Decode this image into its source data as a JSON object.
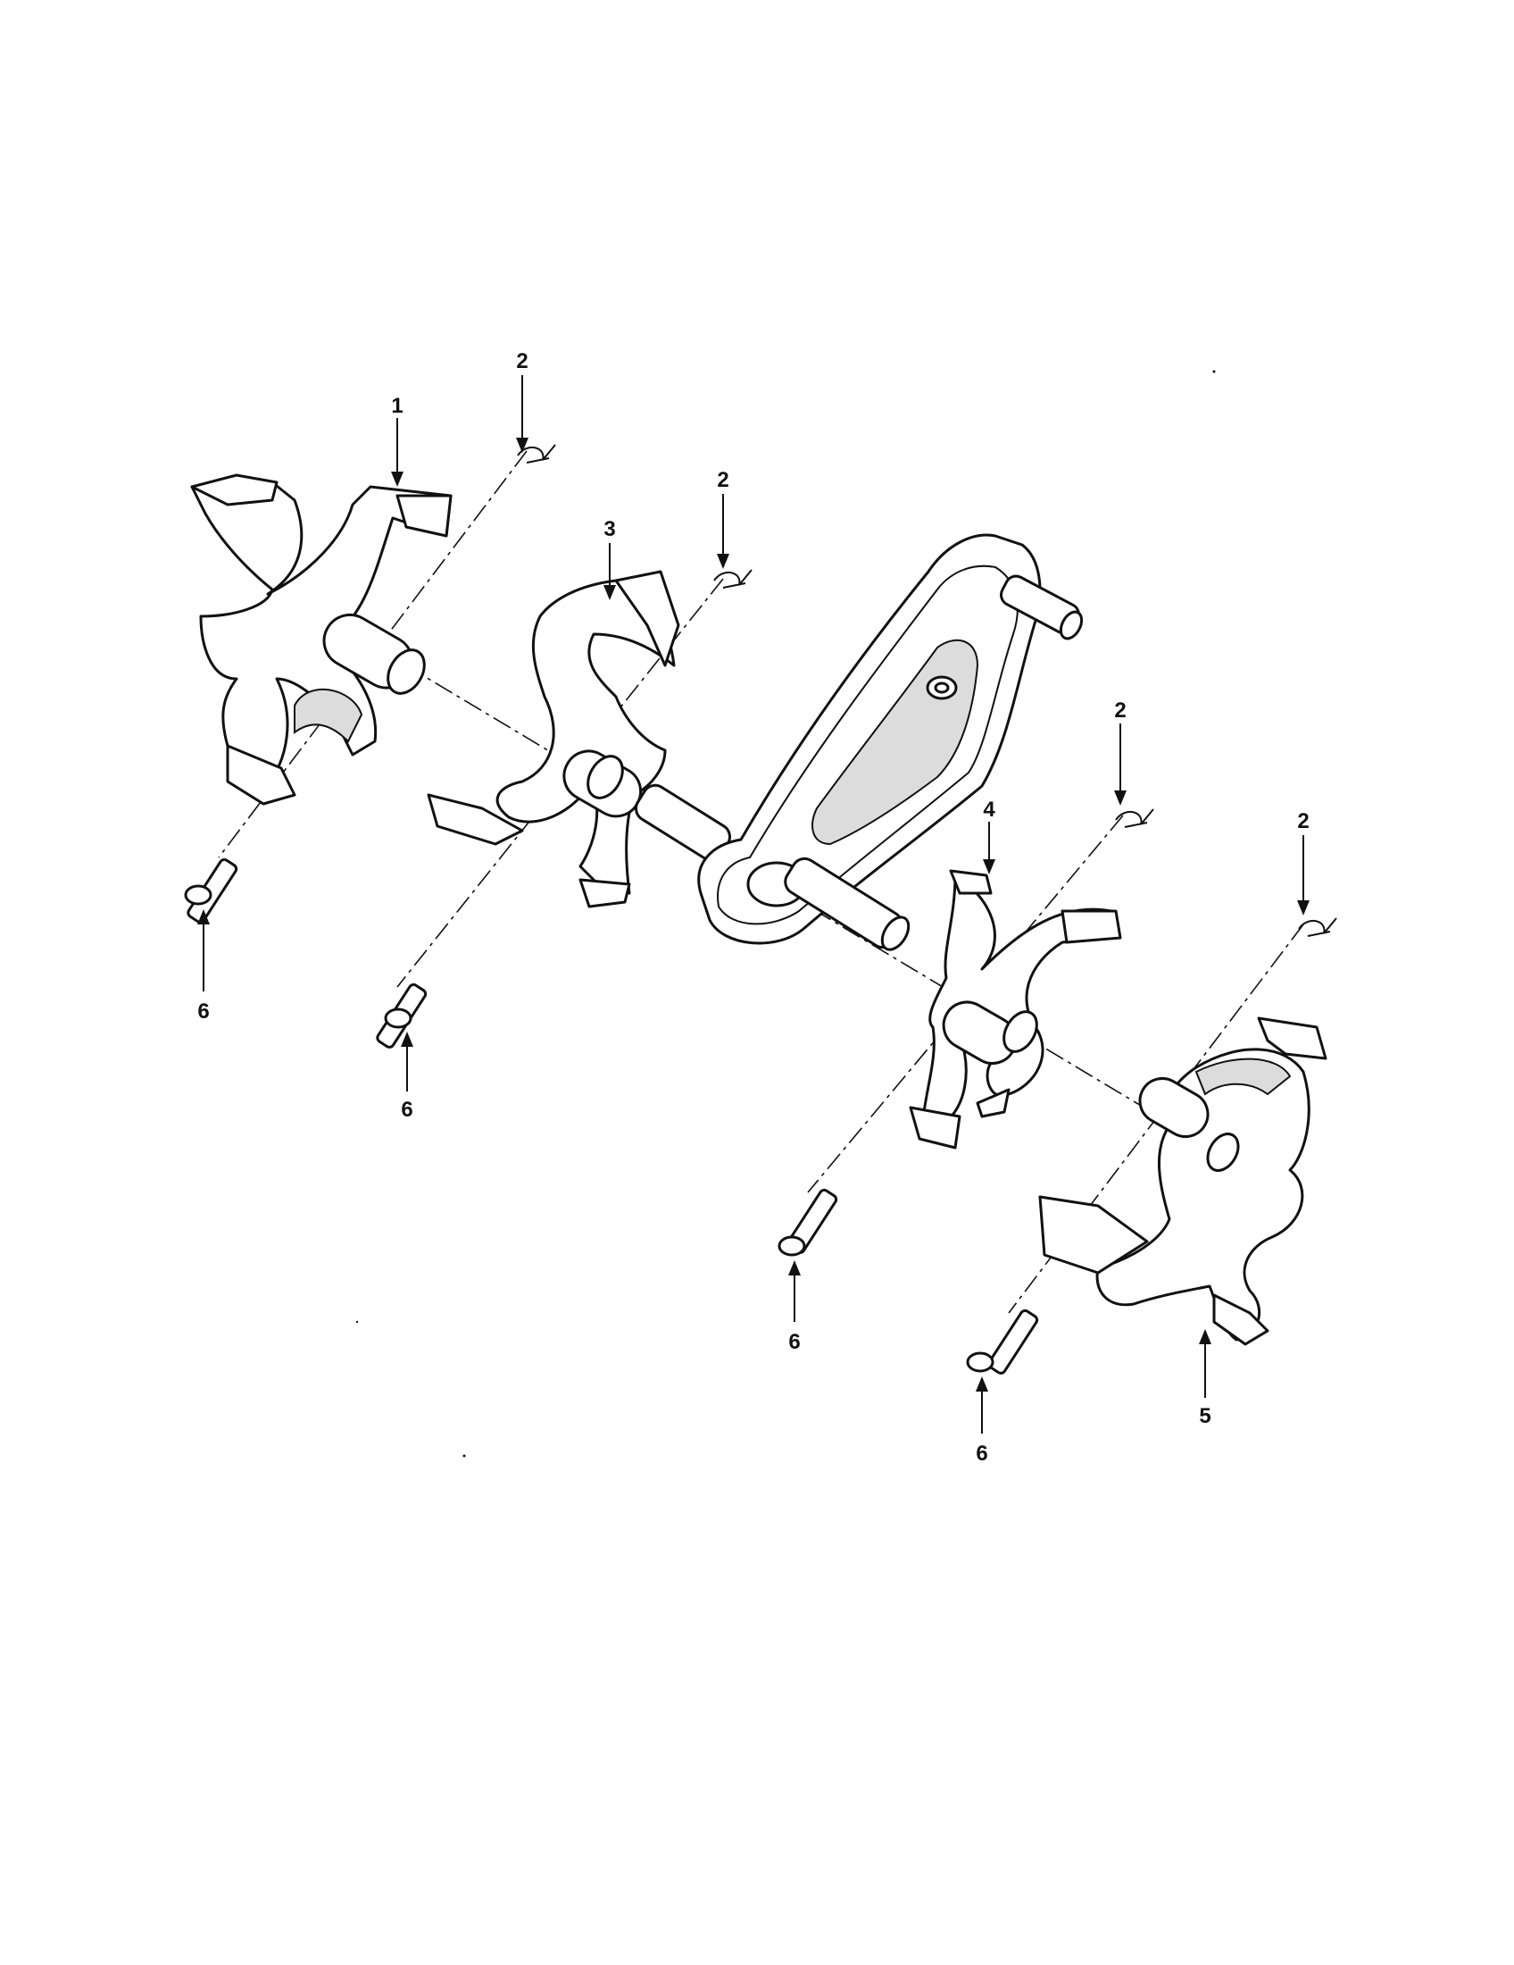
{
  "callouts": {
    "c1": "1",
    "c2a": "2",
    "c2b": "2",
    "c2c": "2",
    "c2d": "2",
    "c3": "3",
    "c4": "4",
    "c5": "5",
    "c6a": "6",
    "c6b": "6",
    "c6c": "6",
    "c6d": "6"
  },
  "colors": {
    "line": "#111111",
    "background": "#ffffff",
    "shade": "#dcdcdc"
  }
}
